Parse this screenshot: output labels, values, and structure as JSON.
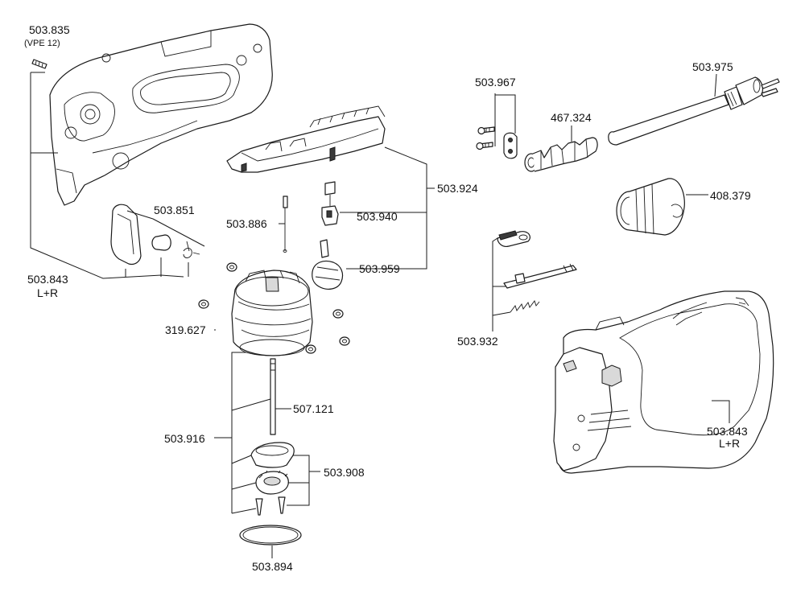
{
  "labels": {
    "p503835": "503.835",
    "p503835_note": "(VPE 12)",
    "p503851": "503.851",
    "p503843_left": "503.843",
    "p503843_left_side": "L+R",
    "p503886": "503.886",
    "p503940": "503.940",
    "p503924": "503.924",
    "p503959": "503.959",
    "p319627": "319.627",
    "p507121": "507.121",
    "p503916": "503.916",
    "p503908": "503.908",
    "p503894": "503.894",
    "p503967": "503.967",
    "p467324": "467.324",
    "p503975": "503.975",
    "p408379": "408.379",
    "p503932": "503.932",
    "p503843_right": "503.843",
    "p503843_right_side": "L+R"
  }
}
